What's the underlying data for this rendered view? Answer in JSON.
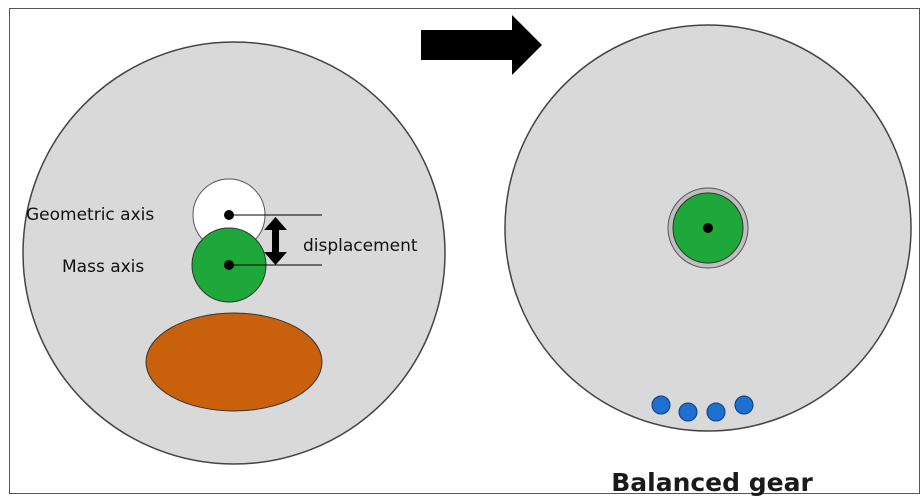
{
  "left_gear": {
    "geometric_axis_label": "Geometric axis",
    "mass_axis_label": "Mass axis",
    "displacement_label": "displacement"
  },
  "right_gear": {
    "caption": "Balanced gear"
  },
  "colors": {
    "gear_fill": "#d9d9d9",
    "gear_stroke": "#444444",
    "mass_axis_fill": "#1fa83a",
    "eccentric_mass_fill": "#c8600c",
    "balance_weight_fill": "#1d6fd0",
    "arrow": "#000000"
  },
  "icons": [
    "right-arrow-icon",
    "double-headed-arrow-icon"
  ]
}
